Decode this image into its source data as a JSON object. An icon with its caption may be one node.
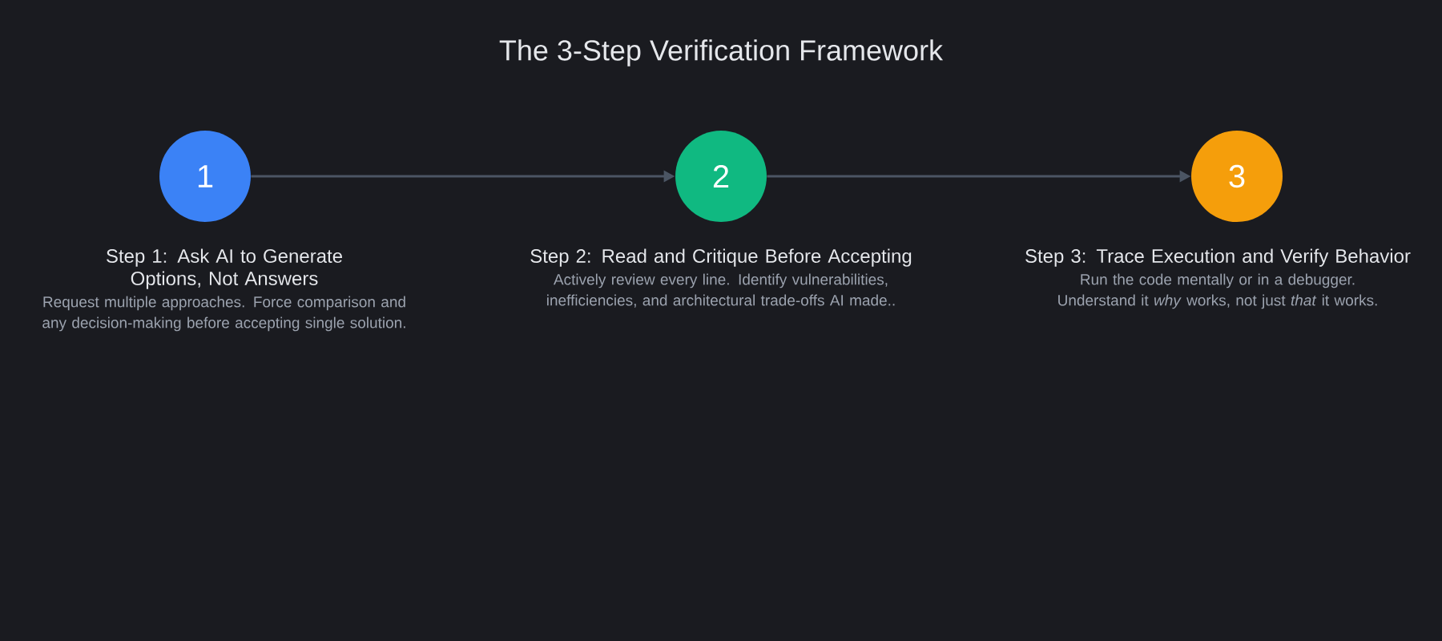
{
  "diagram": {
    "title": "The 3-Step Verification Framework",
    "nodes": [
      {
        "text": [
          "1"
        ],
        "beside": [
          "Step 1: Ask AI to Generate Options, Not Answers",
          "Request multiple approaches. Force comparison and any decision-making before accepting single solution."
        ]
      },
      {
        "text": [
          "2"
        ],
        "beside": [
          "Step 2: Read and Critique Before Accepting",
          "Actively review every line. Identify vulnerabilities, inefficiencies, and architectural trade-offs AI made.."
        ]
      },
      {
        "text": [
          "3"
        ],
        "beside": [
          "Step 3: Trace Execution and Verify Behavior",
          "Run the code mentally or in a debugger. Understand it *why* works, not just *that* it works."
        ]
      }
    ],
    "edges": [
      {
        "from": 0,
        "to": 1,
        "arrow": "to"
      },
      {
        "from": 1,
        "to": 2,
        "arrow": "to"
      }
    ]
  }
}
